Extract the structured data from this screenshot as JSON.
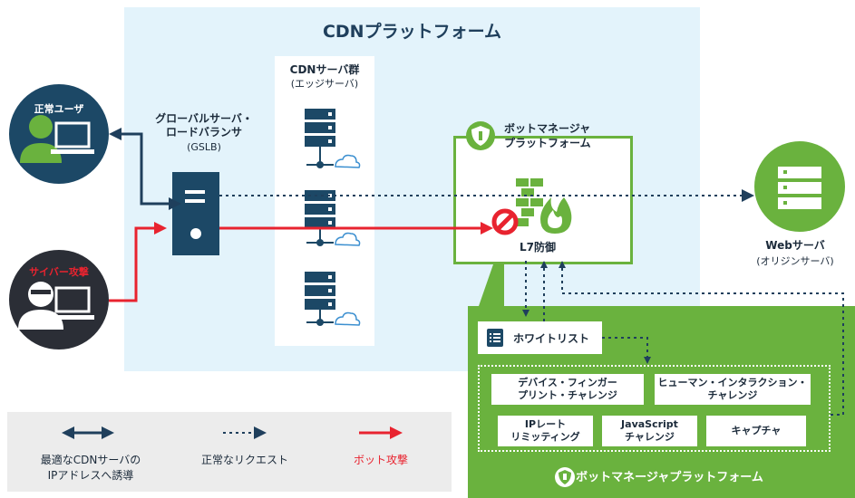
{
  "cdn_platform": {
    "title": "CDNプラットフォーム"
  },
  "cdn_servers": {
    "title": "CDNサーバ群",
    "subtitle": "(エッジサーバ)"
  },
  "gslb": {
    "title_line1": "グローバルサーバ・",
    "title_line2": "ロードバランサ",
    "abbr": "(GSLB)"
  },
  "normal_user": {
    "label": "正常ユーザ"
  },
  "cyber_attack": {
    "label": "サイバー攻撃"
  },
  "bot_manager": {
    "title_line1": "ボットマネージャ",
    "title_line2": "プラットフォーム",
    "l7_label": "L7防御"
  },
  "web_server": {
    "label": "Webサーバ",
    "sublabel": "(オリジンサーバ)"
  },
  "panel": {
    "whitelist": "ホワイトリスト",
    "chips": [
      "デバイス・フィンガー\nプリント・チャレンジ",
      "ヒューマン・インタラクション・\nチャレンジ",
      "IPレート\nリミッティング",
      "JavaScript\nチャレンジ",
      "キャプチャ"
    ],
    "footer": "ボットマネージャプラットフォーム"
  },
  "legend": {
    "items": [
      {
        "label_line1": "最適なCDNサーバの",
        "label_line2": "IPアドレスへ誘導",
        "color": "#1f3f5c"
      },
      {
        "label_line1": "正常なリクエスト",
        "label_line2": "",
        "color": "#1f3f5c"
      },
      {
        "label_line1": "ボット攻撃",
        "label_line2": "",
        "color": "#e8232f"
      }
    ]
  },
  "colors": {
    "navy": "#1f3f5c",
    "green": "#6ab23e",
    "red": "#e8232f",
    "light_blue": "#e3f3fb"
  }
}
